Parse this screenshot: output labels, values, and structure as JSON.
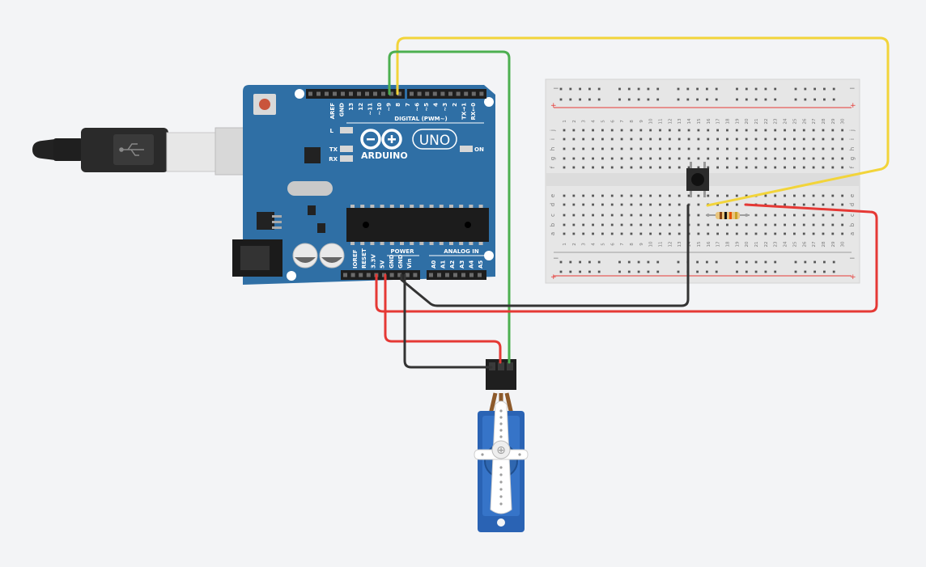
{
  "arduino": {
    "logo_text": "ARDUINO",
    "model": "UNO",
    "digital_label": "DIGITAL (PWM~)",
    "power_label": "POWER",
    "analog_label": "ANALOG IN",
    "led_l": "L",
    "led_tx": "TX",
    "led_rx": "RX",
    "on_label": "ON",
    "digital_pins": [
      "AREF",
      "GND",
      "13",
      "12",
      "~11",
      "~10",
      "~9",
      "8",
      "7",
      "~6",
      "~5",
      "4",
      "~3",
      "2",
      "TX→1",
      "RX←0"
    ],
    "power_pins": [
      "IOREF",
      "RESET",
      "3.3V",
      "5V",
      "GND",
      "GND",
      "Vin"
    ],
    "analog_pins": [
      "A0",
      "A1",
      "A2",
      "A3",
      "A4",
      "A5"
    ]
  },
  "breadboard": {
    "row_letters_top": [
      "j",
      "i",
      "h",
      "g",
      "f"
    ],
    "row_letters_bottom": [
      "e",
      "d",
      "c",
      "b",
      "a"
    ],
    "column_count": 30,
    "plus": "+",
    "minus": "−"
  },
  "wires": {
    "yellow": "#f2d43a",
    "green": "#4caf50",
    "red": "#e53935",
    "black": "#333333"
  },
  "colors": {
    "board": "#2f6fa5",
    "servo": "#2a63b4"
  }
}
